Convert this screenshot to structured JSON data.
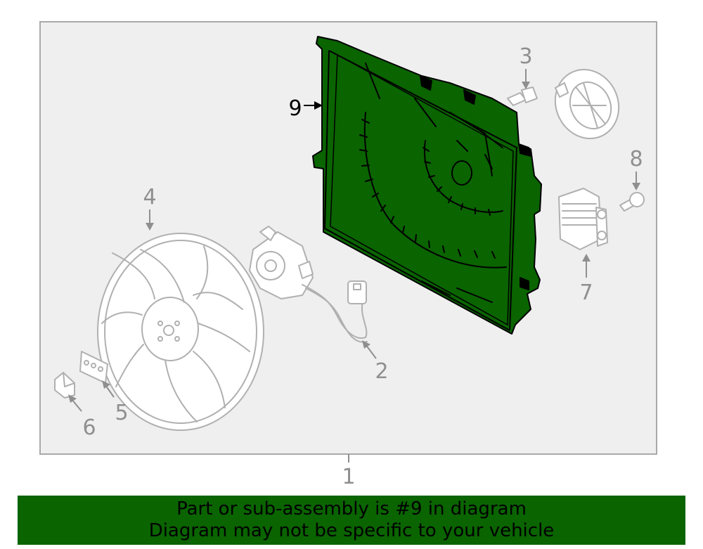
{
  "colors": {
    "highlight_fill": "#0a6400",
    "banner_bg": "#0a6400",
    "frame_border": "#a9a9a9",
    "diagram_bg": "#efefef",
    "callout_grey": "#8f8f8f",
    "part_outline": "#b0b0b0"
  },
  "callouts": {
    "c1": "1",
    "c2": "2",
    "c3": "3",
    "c4": "4",
    "c5": "5",
    "c6": "6",
    "c7": "7",
    "c8": "8",
    "c9": "9"
  },
  "highlighted_callout": "9",
  "banner": {
    "line1": "Part or sub-assembly is #9 in diagram",
    "line2": "Diagram may not be specific to your vehicle"
  }
}
